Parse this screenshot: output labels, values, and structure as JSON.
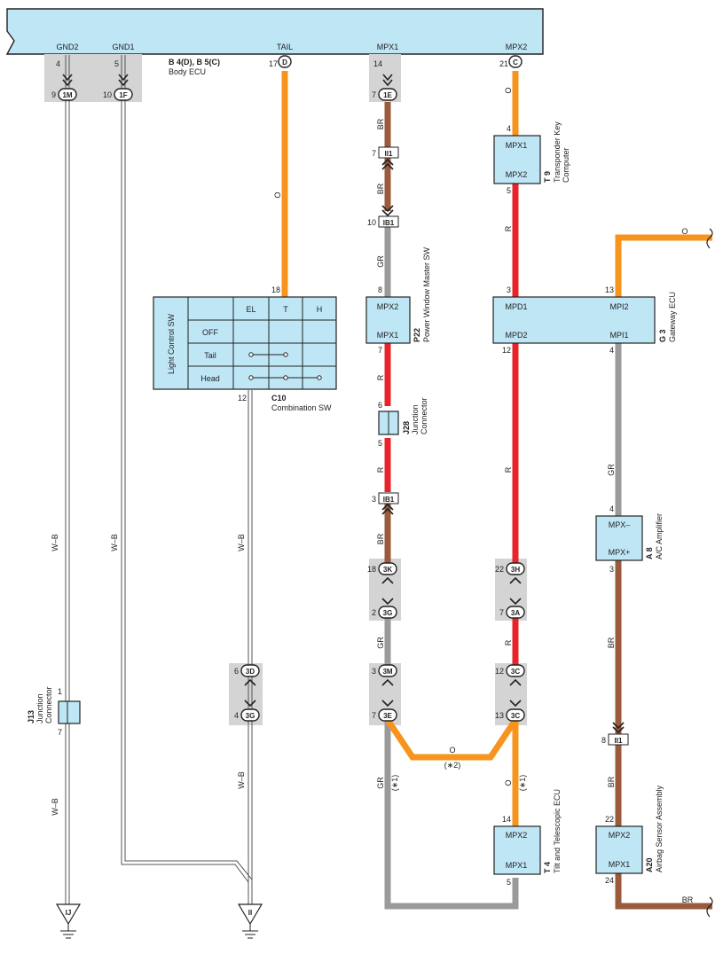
{
  "ecu_bar": {
    "terminals": [
      "GND2",
      "GND1",
      "TAIL",
      "MPX1",
      "MPX2"
    ],
    "ref": "B 4(D), B 5(C)",
    "name": "Body ECU",
    "pins": [
      "4",
      "5",
      "17",
      "14",
      "21"
    ],
    "pin_letters": [
      "D",
      "C"
    ]
  },
  "connectors": {
    "c1M": "1M",
    "c1F": "1F",
    "c1E": "1E",
    "cII1a": "II1",
    "cIB1a": "IB1",
    "cIB1b": "IB1",
    "c3K": "3K",
    "c3G": "3G",
    "c3M": "3M",
    "c3E": "3E",
    "c3H": "3H",
    "c3A": "3A",
    "c3C1": "3C",
    "c3C2": "3C",
    "c3D": "3D",
    "c3Gb": "3G",
    "cII1b": "II1",
    "gIJ": "IJ",
    "gII": "II"
  },
  "pins": {
    "p9": "9",
    "p10": "10",
    "p7a": "7",
    "p7b": "7",
    "p10b": "10",
    "p8a": "8",
    "p7c": "7",
    "p6a": "6",
    "p5a": "5",
    "p3a": "3",
    "p18a": "18",
    "p2a": "2",
    "p3b": "3",
    "p7d": "7",
    "p4a": "4",
    "p5b": "5",
    "p3c": "3",
    "p12a": "12",
    "p22a": "22",
    "p7e": "7",
    "p12b": "12",
    "p13a": "13",
    "p14a": "14",
    "p5c": "5",
    "p13b": "13",
    "p4b": "4",
    "p4c": "4",
    "p3d": "3",
    "p8b": "8",
    "p22b": "22",
    "p24a": "24",
    "p18b": "18",
    "p12c": "12",
    "p6b": "6",
    "p4d": "4",
    "p1a": "1",
    "p7f": "7"
  },
  "wires": {
    "wb1": "W–B",
    "wb2": "W–B",
    "wb3": "W–B",
    "wb4": "W–B",
    "wb5": "W–B",
    "o1": "O",
    "o2": "O",
    "o3": "O",
    "o4": "O",
    "o5": "O",
    "br1": "BR",
    "br2": "BR",
    "br3": "BR",
    "br4": "BR",
    "br5": "BR",
    "br6": "BR",
    "gr1": "GR",
    "gr2": "GR",
    "gr3": "GR",
    "gr4": "GR",
    "r1": "R",
    "r2": "R",
    "r3": "R",
    "r4": "R",
    "r5": "R"
  },
  "notes": {
    "n1": "(∗1)",
    "n2": "(∗2)",
    "n3": "(∗1)"
  },
  "components": {
    "light_sw": {
      "cols": [
        "EL",
        "T",
        "H"
      ],
      "rows": [
        "OFF",
        "Tail",
        "Head"
      ],
      "title": "Light Control SW",
      "ref": "C10",
      "name": "Combination SW"
    },
    "p22": {
      "t1": "MPX2",
      "t2": "MPX1",
      "ref": "P22",
      "name": "Power Window Master SW"
    },
    "j28": {
      "ref": "J28",
      "name1": "Junction",
      "name2": "Connector"
    },
    "t9": {
      "t1": "MPX1",
      "t2": "MPX2",
      "ref": "T 9",
      "name1": "Transponder Key",
      "name2": "Computer"
    },
    "g3": {
      "t1": "MPD1",
      "t2": "MPD2",
      "t3": "MPI2",
      "t4": "MPI1",
      "ref": "G 3",
      "name": "Gateway ECU"
    },
    "a8": {
      "t1": "MPX–",
      "t2": "MPX+",
      "ref": "A 8",
      "name": "A/C Amplifier"
    },
    "t4": {
      "t1": "MPX2",
      "t2": "MPX1",
      "ref": "T 4",
      "name": "Tilt and Telescopic ECU"
    },
    "a20": {
      "t1": "MPX2",
      "t2": "MPX1",
      "ref": "A20",
      "name": "Airbag Sensor Assembly"
    },
    "j13": {
      "ref": "J13",
      "name1": "Junction",
      "name2": "Connector"
    }
  }
}
